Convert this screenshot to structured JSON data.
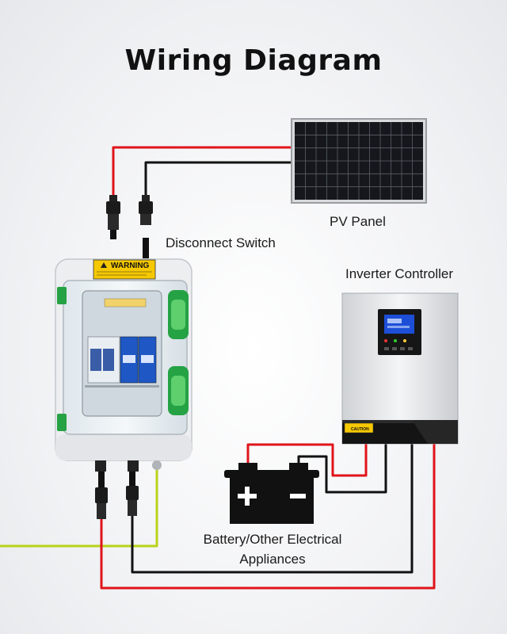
{
  "title": "Wiring Diagram",
  "labels": {
    "pv_panel": "PV Panel",
    "disconnect_switch": "Disconnect Switch",
    "inverter_controller": "Inverter Controller",
    "battery_line1": "Battery/Other Electrical",
    "battery_line2": "Appliances"
  },
  "box_warning": "WARNING",
  "inverter_caution": "CAUTION",
  "colors": {
    "positive_wire": "#e0141b",
    "negative_wire": "#111111",
    "ground_wire": "#b9d21a",
    "green_handle": "#25a244",
    "lcd": "#1d4ed8"
  }
}
